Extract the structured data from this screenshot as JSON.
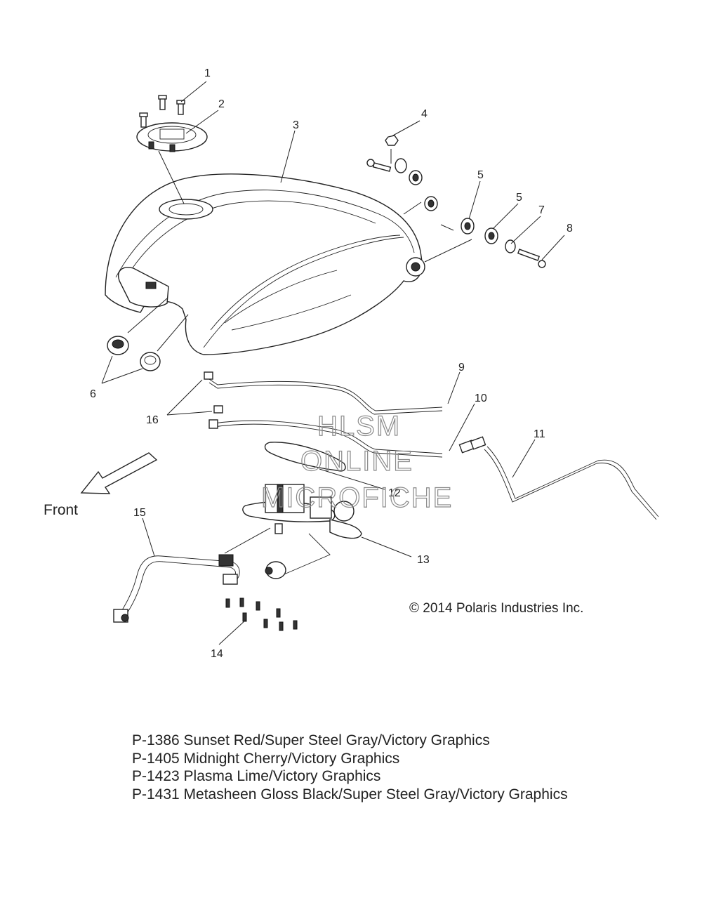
{
  "callouts": [
    "1",
    "2",
    "3",
    "4",
    "5",
    "5",
    "7",
    "8",
    "6",
    "9",
    "10",
    "16",
    "11",
    "12",
    "15",
    "13",
    "14"
  ],
  "front_label": "Front",
  "watermark": [
    "HLSM",
    "ONLINE",
    "MICROFICHE"
  ],
  "copyright": "© 2014 Polaris Industries Inc.",
  "legend": [
    "P-1386 Sunset Red/Super Steel Gray/Victory Graphics",
    "P-1405 Midnight Cherry/Victory Graphics",
    "P-1423 Plasma Lime/Victory Graphics",
    "P-1431 Metasheen Gloss Black/Super Steel Gray/Victory Graphics"
  ]
}
